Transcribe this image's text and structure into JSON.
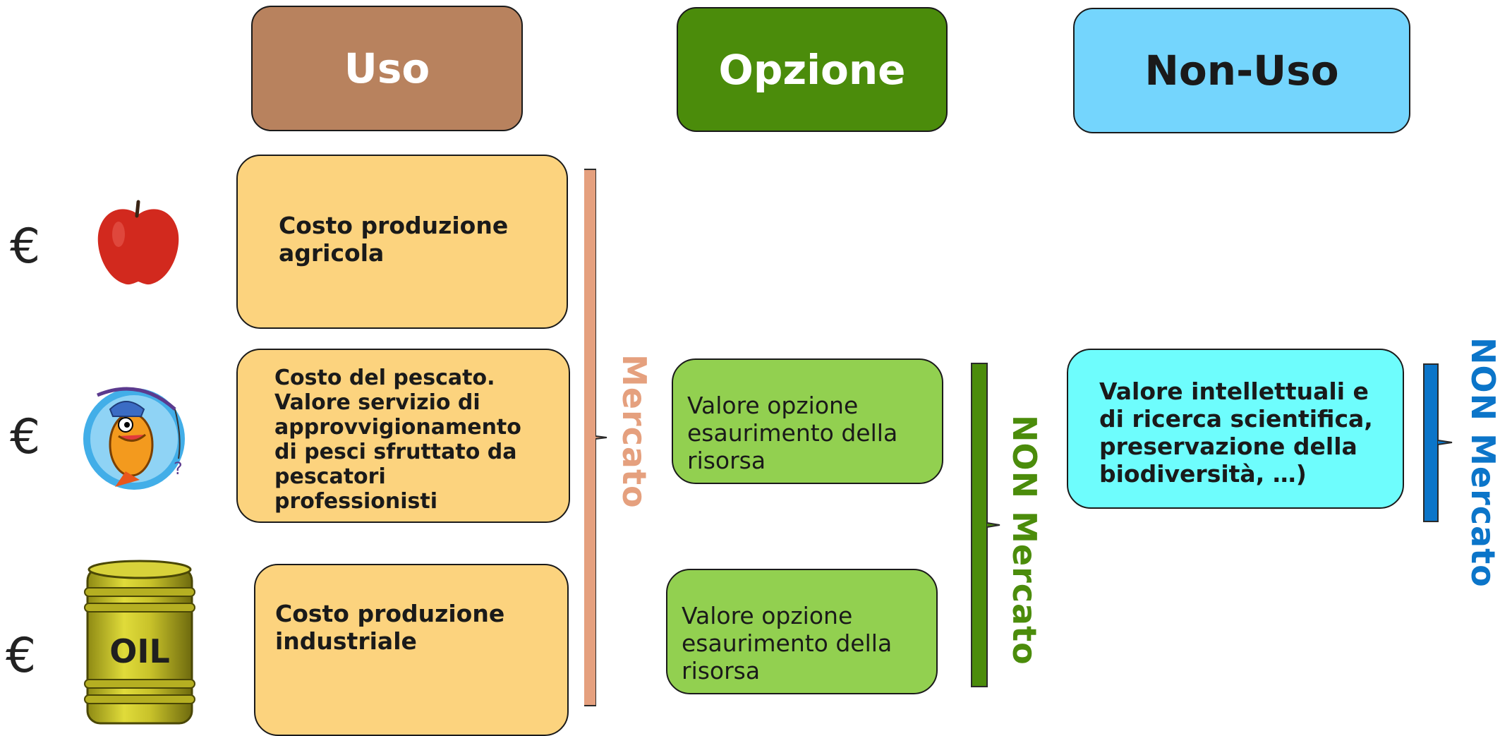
{
  "headers": {
    "uso": "Uso",
    "opzione": "Opzione",
    "non_uso": "Non-Uso"
  },
  "uso_boxes": [
    "Costo produzione agricola",
    "Costo del pescato. Valore servizio di approvvigionamento di pesci sfruttato da pescatori professionisti",
    "Costo produzione industriale"
  ],
  "opzione_boxes": [
    "Valore opzione esaurimento della risorsa",
    "Valore opzione esaurimento della risorsa"
  ],
  "non_uso_box": "Valore intellettuali e di ricerca scientifica, preservazione della biodiversità, …)",
  "currency": "€",
  "labels": {
    "mercato": "Mercato",
    "non_mercato_opzione": "NON Mercato",
    "non_mercato_non_uso": "NON Mercato"
  },
  "oil_barrel_text": "OIL",
  "icons": [
    "apple-icon",
    "fish-fisherman-icon",
    "oil-barrel-icon"
  ],
  "colors": {
    "uso_header": "#B8825E",
    "opzione_header": "#4B8C0B",
    "non_uso_header": "#74D5FD",
    "uso_box": "#FCD37E",
    "opzione_box": "#92D050",
    "non_uso_box": "#6EFDFD",
    "mercato": "#E5A07E",
    "non_mercato_green": "#4B8C0B",
    "non_mercato_blue": "#0B75C9"
  }
}
